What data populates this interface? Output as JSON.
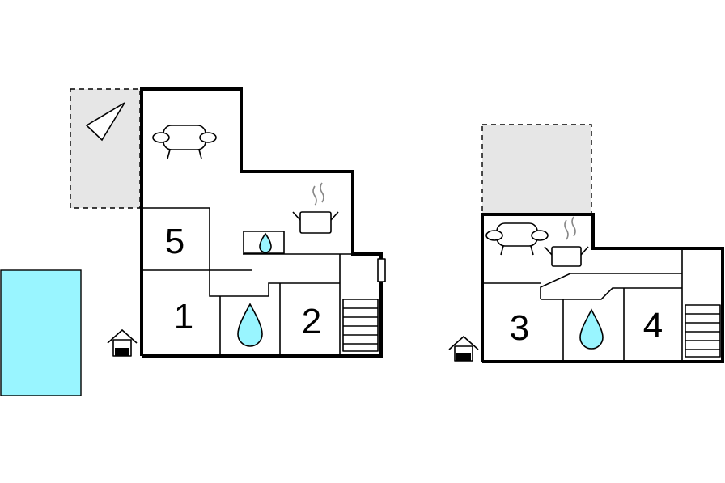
{
  "rooms": [
    {
      "id": "room-1",
      "label": "1"
    },
    {
      "id": "room-2",
      "label": "2"
    },
    {
      "id": "room-3",
      "label": "3"
    },
    {
      "id": "room-4",
      "label": "4"
    },
    {
      "id": "room-5",
      "label": "5"
    }
  ],
  "colors": {
    "pool": "#99f5ff",
    "terrace": "#e6e6e6",
    "wall": "#000000",
    "steam": "#888888"
  },
  "icons": [
    "compass-icon",
    "sofa-icon",
    "cooking-pot-icon",
    "water-drop-icon",
    "stairs-icon",
    "house-entrance-icon"
  ]
}
